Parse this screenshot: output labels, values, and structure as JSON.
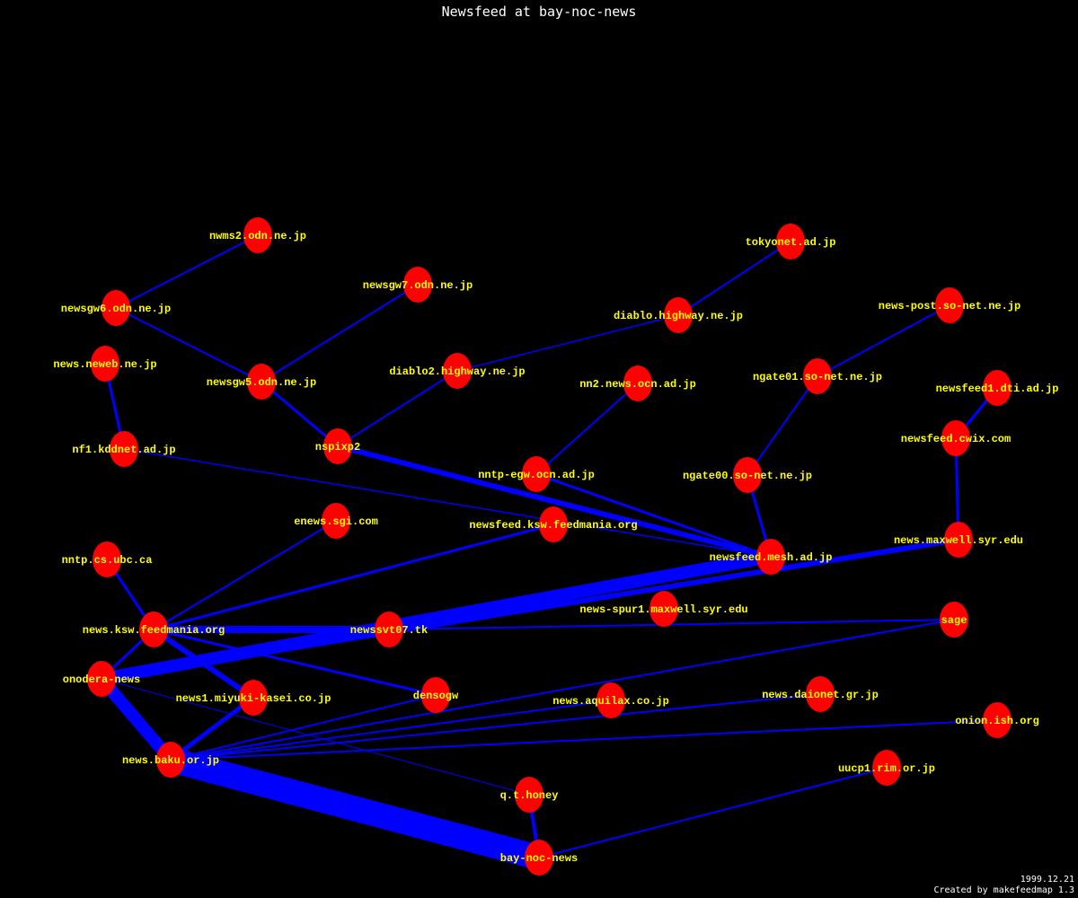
{
  "title": "Newsfeed at bay-noc-news",
  "footer": {
    "date": "1999.12.21",
    "credit": "Created by makefeedmap 1.3"
  },
  "colors": {
    "background": "#000000",
    "node": "#ff0000",
    "edge": "#0000ff",
    "label": "#ffff00",
    "title": "#ffffff"
  },
  "nodes": [
    "nwms2.odn.ne.jp",
    "newsgw6.odn.ne.jp",
    "newsgw7.odn.ne.jp",
    "tokyonet.ad.jp",
    "diablo.highway.ne.jp",
    "news-post.so-net.ne.jp",
    "news.neweb.ne.jp",
    "newsgw5.odn.ne.jp",
    "diablo2.highway.ne.jp",
    "nn2.news.ocn.ad.jp",
    "ngate01.so-net.ne.jp",
    "newsfeed1.dti.ad.jp",
    "newsfeed.cwix.com",
    "nf1.kddnet.ad.jp",
    "nspixp2",
    "nntp-egw.ocn.ad.jp",
    "ngate00.so-net.ne.jp",
    "enews.sgi.com",
    "newsfeed.ksw.feedmania.org",
    "nntp.cs.ubc.ca",
    "newsfeed.mesh.ad.jp",
    "news.maxwell.syr.edu",
    "news-spur1.maxwell.syr.edu",
    "sage",
    "news.ksw.feedmania.org",
    "newssvt07.tk",
    "onodera-news",
    "news1.miyuki-kasei.co.jp",
    "densogw",
    "news.aquilax.co.jp",
    "news.daionet.gr.jp",
    "onion.ish.org",
    "news.baku.or.jp",
    "uucp1.rim.or.jp",
    "q.t.honey",
    "bay-noc-news"
  ],
  "edges": [
    [
      "nwms2.odn.ne.jp",
      "newsgw6.odn.ne.jp",
      2
    ],
    [
      "newsgw6.odn.ne.jp",
      "newsgw5.odn.ne.jp",
      2
    ],
    [
      "newsgw7.odn.ne.jp",
      "newsgw5.odn.ne.jp",
      2
    ],
    [
      "newsgw5.odn.ne.jp",
      "nspixp2",
      3
    ],
    [
      "tokyonet.ad.jp",
      "diablo.highway.ne.jp",
      2
    ],
    [
      "diablo.highway.ne.jp",
      "diablo2.highway.ne.jp",
      1.5
    ],
    [
      "diablo2.highway.ne.jp",
      "nspixp2",
      2
    ],
    [
      "news-post.so-net.ne.jp",
      "ngate01.so-net.ne.jp",
      2
    ],
    [
      "ngate01.so-net.ne.jp",
      "ngate00.so-net.ne.jp",
      2
    ],
    [
      "ngate00.so-net.ne.jp",
      "newsfeed.mesh.ad.jp",
      3
    ],
    [
      "newsfeed1.dti.ad.jp",
      "newsfeed.cwix.com",
      3
    ],
    [
      "newsfeed.cwix.com",
      "news.maxwell.syr.edu",
      3
    ],
    [
      "news.neweb.ne.jp",
      "nf1.kddnet.ad.jp",
      3
    ],
    [
      "nf1.kddnet.ad.jp",
      "newsfeed.mesh.ad.jp",
      1.5
    ],
    [
      "nspixp2",
      "newsfeed.mesh.ad.jp",
      6
    ],
    [
      "nn2.news.ocn.ad.jp",
      "nntp-egw.ocn.ad.jp",
      2
    ],
    [
      "nntp-egw.ocn.ad.jp",
      "newsfeed.mesh.ad.jp",
      3
    ],
    [
      "onodera-news",
      "newsfeed.mesh.ad.jp",
      14
    ],
    [
      "onodera-news",
      "news.maxwell.syr.edu",
      6
    ],
    [
      "news.ksw.feedmania.org",
      "newssvt07.tk",
      8
    ],
    [
      "newssvt07.tk",
      "sage",
      2
    ],
    [
      "news.ksw.feedmania.org",
      "newsfeed.ksw.feedmania.org",
      3
    ],
    [
      "news.ksw.feedmania.org",
      "enews.sgi.com",
      2
    ],
    [
      "news.ksw.feedmania.org",
      "nntp.cs.ubc.ca",
      3
    ],
    [
      "news.ksw.feedmania.org",
      "onodera-news",
      3
    ],
    [
      "news.ksw.feedmania.org",
      "news1.miyuki-kasei.co.jp",
      6
    ],
    [
      "news.ksw.feedmania.org",
      "densogw",
      3
    ],
    [
      "onodera-news",
      "news.baku.or.jp",
      14
    ],
    [
      "onodera-news",
      "q.t.honey",
      1
    ],
    [
      "news.baku.or.jp",
      "bay-noc-news",
      28
    ],
    [
      "news.baku.or.jp",
      "news1.miyuki-kasei.co.jp",
      5
    ],
    [
      "news.baku.or.jp",
      "densogw",
      2
    ],
    [
      "news.baku.or.jp",
      "sage",
      2
    ],
    [
      "news.baku.or.jp",
      "news.aquilax.co.jp",
      2
    ],
    [
      "news.baku.or.jp",
      "news.daionet.gr.jp",
      2
    ],
    [
      "news.baku.or.jp",
      "onion.ish.org",
      2
    ],
    [
      "q.t.honey",
      "bay-noc-news",
      4
    ],
    [
      "uucp1.rim.or.jp",
      "bay-noc-news",
      2
    ]
  ]
}
